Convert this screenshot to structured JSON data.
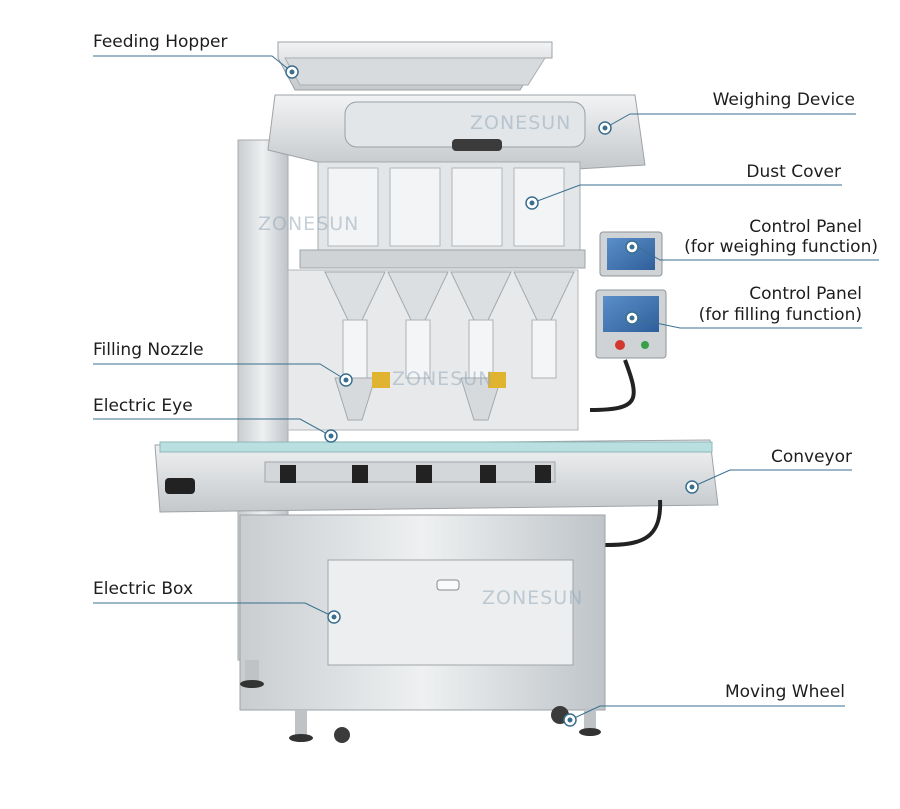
{
  "watermark": "ZONESUN",
  "colors": {
    "leader": "#3a6f8f",
    "marker": "#3a6f8f"
  },
  "labels": [
    {
      "id": "feeding-hopper",
      "text": "Feeding Hopper"
    },
    {
      "id": "weighing-device",
      "text": "Weighing Device"
    },
    {
      "id": "dust-cover",
      "text": "Dust Cover"
    },
    {
      "id": "control-panel-weighing",
      "line1": "Control Panel",
      "line2": "(for weighing function)"
    },
    {
      "id": "control-panel-filling",
      "line1": "Control Panel",
      "line2": "(for filling function)"
    },
    {
      "id": "filling-nozzle",
      "text": "Filling Nozzle"
    },
    {
      "id": "electric-eye",
      "text": "Electric Eye"
    },
    {
      "id": "conveyor",
      "text": "Conveyor"
    },
    {
      "id": "electric-box",
      "text": "Electric Box"
    },
    {
      "id": "moving-wheel",
      "text": "Moving Wheel"
    }
  ]
}
